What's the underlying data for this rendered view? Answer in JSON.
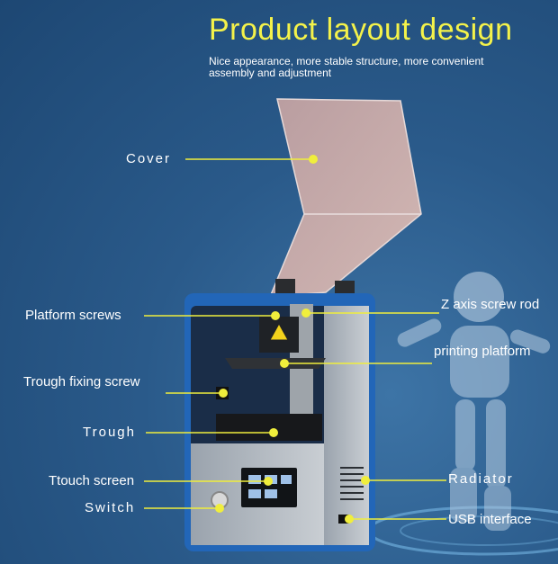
{
  "header": {
    "title": "Product layout design",
    "subtitle": "Nice appearance, more stable structure, more convenient assembly and adjustment"
  },
  "callouts": {
    "cover": "Cover",
    "platform_screws": "Platform screws",
    "z_axis_screw_rod": "Z axis screw rod",
    "printing_platform": "printing platform",
    "trough_fixing_screw": "Trough fixing screw",
    "trough": "Trough",
    "touch_screen": "Ttouch screen",
    "radiator": "Radiator",
    "switch": "Switch",
    "usb_interface": "USB interface"
  },
  "colors": {
    "title": "#f4f24a",
    "callout_line": "#f0ee3c",
    "background": "#2a5a8a",
    "printer_frame": "#2266b8"
  }
}
